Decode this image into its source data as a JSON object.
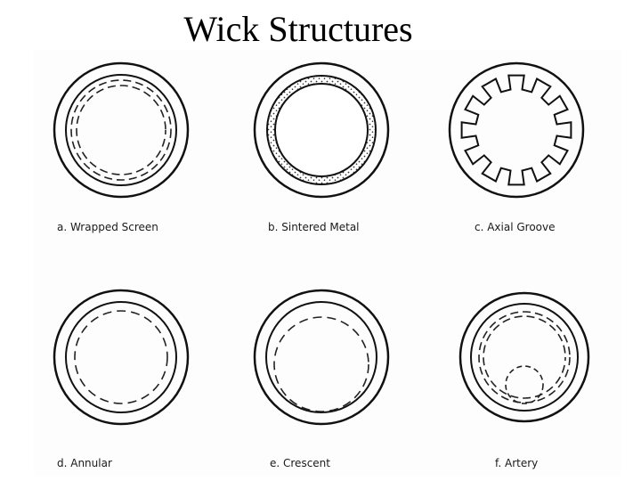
{
  "title": "Wick Structures",
  "wicks": [
    {
      "id": "a",
      "caption": "a.  Wrapped Screen"
    },
    {
      "id": "b",
      "caption": "b.  Sintered Metal"
    },
    {
      "id": "c",
      "caption": "c.  Axial Groove"
    },
    {
      "id": "d",
      "caption": "d.  Annular"
    },
    {
      "id": "e",
      "caption": "e.  Crescent"
    },
    {
      "id": "f",
      "caption": "f.  Artery"
    }
  ]
}
